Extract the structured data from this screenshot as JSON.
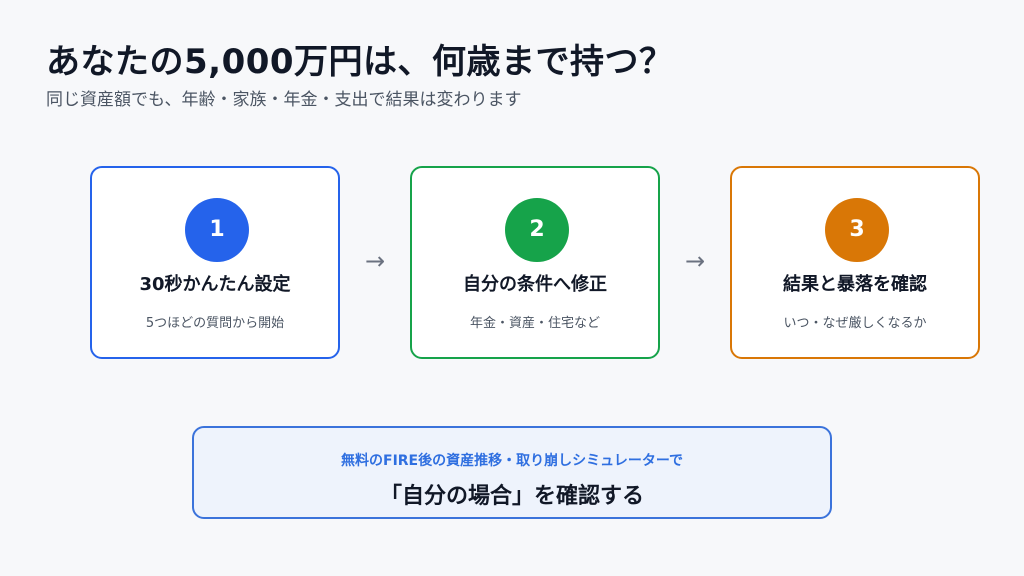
{
  "header": {
    "title": "あなたの5,000万円は、何歳まで持つ？",
    "subtitle": "同じ資産額でも、年齢・家族・年金・支出で結果は変わります"
  },
  "steps": [
    {
      "number": "1",
      "title": "30秒かんたん設定",
      "desc": "5つほどの質問から開始",
      "color": "#2563eb"
    },
    {
      "number": "2",
      "title": "自分の条件へ修正",
      "desc": "年金・資産・住宅など",
      "color": "#16a34a"
    },
    {
      "number": "3",
      "title": "結果と暴落を確認",
      "desc": "いつ・なぜ厳しくなるか",
      "color": "#d97706"
    }
  ],
  "arrow_glyph": "→",
  "cta": {
    "sub": "無料のFIRE後の資産推移・取り崩しシミュレーターで",
    "main": "「自分の場合」を確認する",
    "color": "#3b73db"
  }
}
